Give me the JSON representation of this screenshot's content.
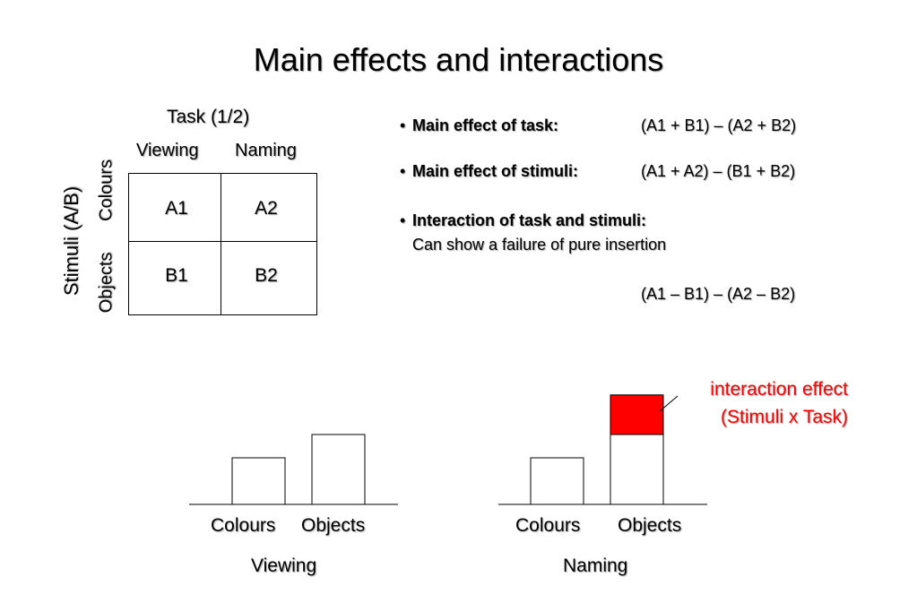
{
  "title": "Main effects and interactions",
  "table": {
    "task_label": "Task (1/2)",
    "col_headers": [
      "Viewing",
      "Naming"
    ],
    "stimuli_label": "Stimuli (A/B)",
    "row_headers": [
      "Colours",
      "Objects"
    ],
    "cells": [
      [
        "A1",
        "A2"
      ],
      [
        "B1",
        "B2"
      ]
    ]
  },
  "bullets": [
    {
      "bullet": "•",
      "label": "Main effect of task:",
      "formula": "(A1 + B1) – (A2 + B2)"
    },
    {
      "bullet": "•",
      "label": "Main effect of stimuli:",
      "formula": "(A1 + A2) – (B1 + B2)"
    },
    {
      "bullet": "•",
      "label": "Interaction of task and stimuli:",
      "subtext": "Can show a failure of pure insertion",
      "formula": "(A1 – B1) – (A2 – B2)"
    }
  ],
  "annotation": {
    "line1": "interaction effect",
    "line2": "(Stimuli x Task)",
    "color": "#ff0000"
  },
  "chart_data": [
    {
      "type": "bar",
      "title": "Viewing",
      "categories": [
        "Colours",
        "Objects"
      ],
      "values": [
        1.0,
        1.5
      ]
    },
    {
      "type": "bar",
      "title": "Naming",
      "categories": [
        "Colours",
        "Objects"
      ],
      "values": [
        1.0,
        1.5
      ],
      "stacked_extra": {
        "category": "Objects",
        "value": 0.85,
        "label": "interaction effect (Stimuli x Task)",
        "color": "#ff0000"
      }
    }
  ]
}
